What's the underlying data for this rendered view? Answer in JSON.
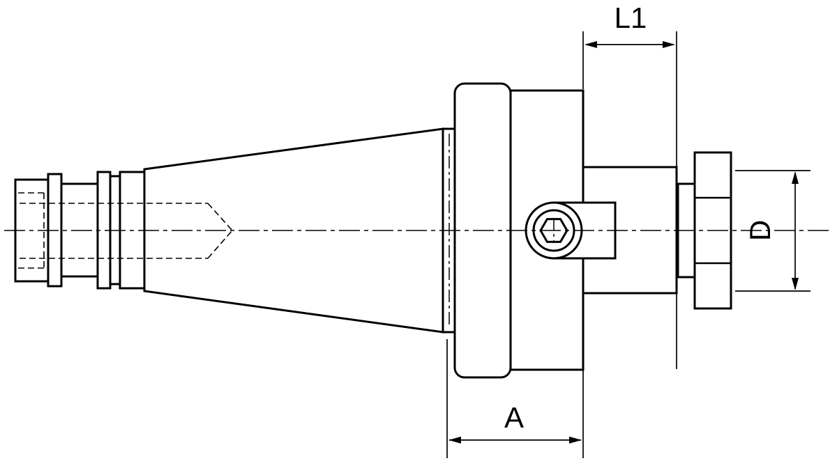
{
  "drawing": {
    "labels": {
      "l1": "L1",
      "a": "A",
      "d": "D"
    },
    "colors": {
      "line": "#000000",
      "background": "#ffffff"
    }
  }
}
